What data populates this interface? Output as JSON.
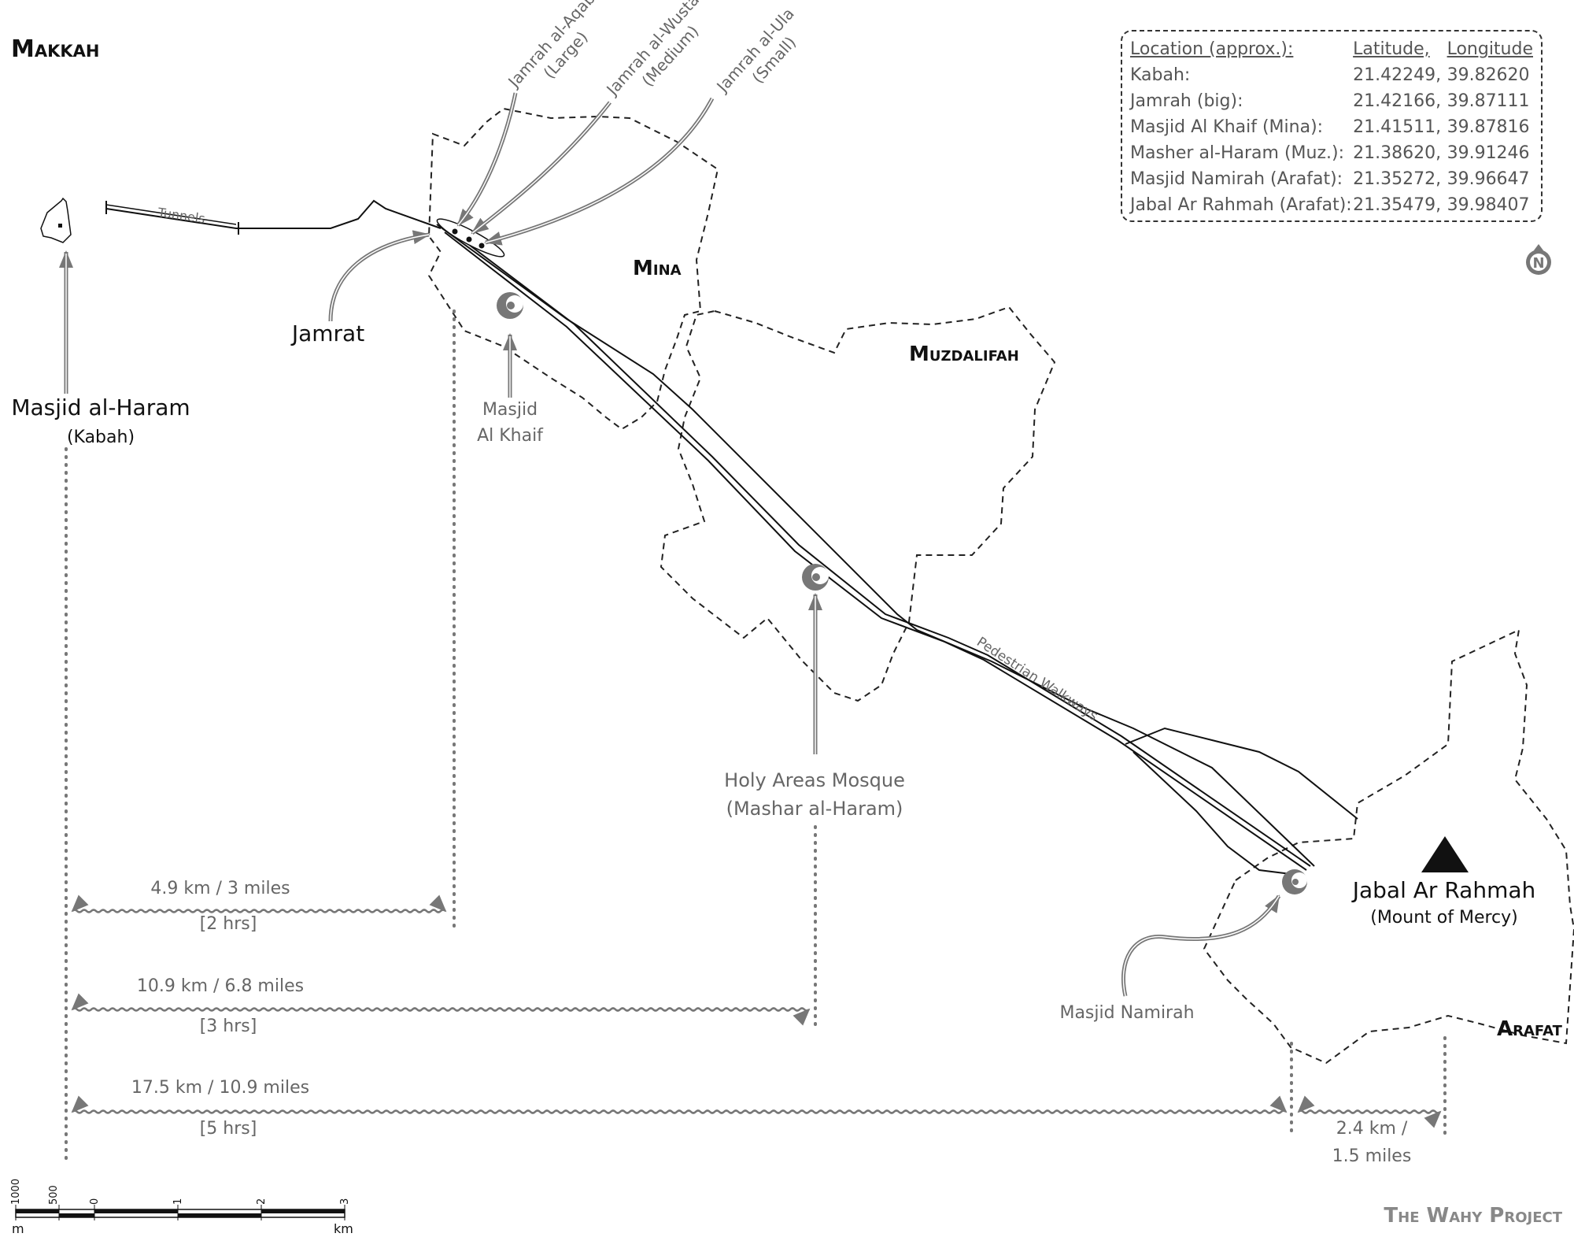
{
  "regions": {
    "makkah": "Makkah",
    "mina": "Mina",
    "muzdalifah": "Muzdalifah",
    "arafat": "Arafat"
  },
  "places": {
    "masjid_haram": "Masjid al-Haram",
    "kabah": "(Kabah)",
    "jamrat": "Jamrat",
    "khaif_1": "Masjid",
    "khaif_2": "Al Khaif",
    "holy_areas_1": "Holy Areas Mosque",
    "holy_areas_2": "(Mashar al-Haram)",
    "rahmah_1": "Jabal Ar Rahmah",
    "rahmah_2": "(Mount of Mercy)",
    "namirah": "Masjid Namirah"
  },
  "jamrah": {
    "aqabah_1": "Jamrah al-Aqabah",
    "aqabah_2": "(Large)",
    "wusta_1": "Jamrah al-Wusta",
    "wusta_2": "(Medium)",
    "ula_1": "Jamrah al-Ula",
    "ula_2": "(Small)"
  },
  "routes": {
    "tunnels": "Tunnels",
    "walkways": "Pedestrian Walkways"
  },
  "distances": {
    "d1_dist": "4.9 km / 3 miles",
    "d1_time": "[2 hrs]",
    "d2_dist": "10.9 km / 6.8 miles",
    "d2_time": "[3 hrs]",
    "d3_dist": "17.5 km / 10.9 miles",
    "d3_time": "[5 hrs]",
    "d4_dist_1": "2.4 km /",
    "d4_dist_2": "1.5 miles"
  },
  "legend": {
    "headers": [
      "Location (approx.):",
      "Latitude,",
      "Longitude"
    ],
    "rows": [
      [
        "Kabah:",
        "21.42249,",
        "39.82620"
      ],
      [
        "Jamrah (big):",
        "21.42166,",
        "39.87111"
      ],
      [
        "Masjid Al Khaif (Mina):",
        "21.41511,",
        "39.87816"
      ],
      [
        "Masher al-Haram (Muz.):",
        "21.38620,",
        "39.91246"
      ],
      [
        "Masjid Namirah (Arafat):",
        "21.35272,",
        "39.96647"
      ],
      [
        "Jabal Ar Rahmah (Arafat):",
        "21.35479,",
        "39.98407"
      ]
    ]
  },
  "compass_letter": "N",
  "scale": {
    "ticks": [
      "1000",
      "500",
      "0",
      "1",
      "2",
      "3"
    ],
    "unit_left": "m",
    "unit_right": "km"
  },
  "footer": "The Wahy Project",
  "colors": {
    "boundary": "#222222",
    "arrow": "#777777",
    "route": "#111111",
    "text_grey": "#666666"
  },
  "icons": {
    "mosque": "crescent-icon",
    "mountain": "triangle-icon",
    "north": "compass-icon"
  }
}
